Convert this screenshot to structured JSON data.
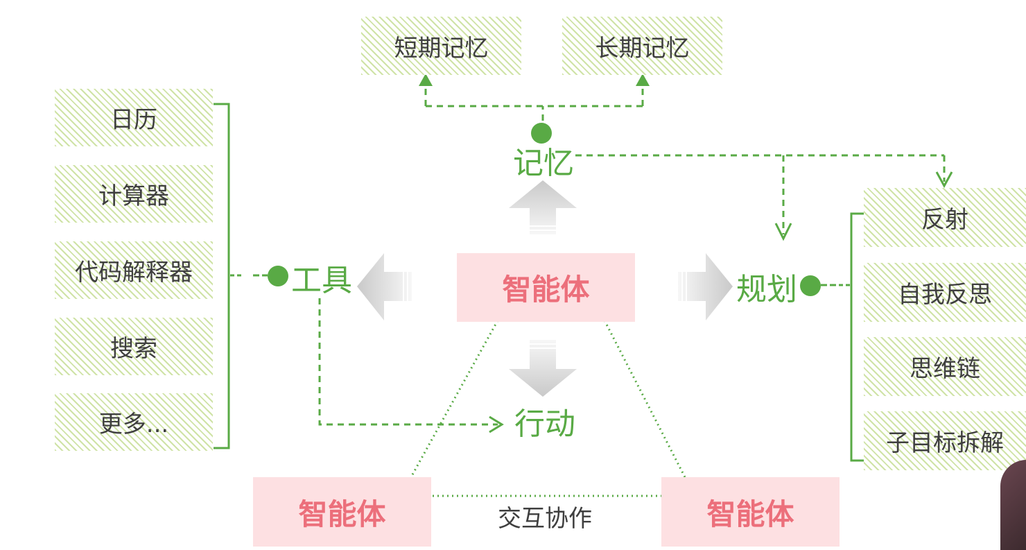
{
  "center_agent": "智能体",
  "bottom_left_agent": "智能体",
  "bottom_right_agent": "智能体",
  "interaction_label": "交互协作",
  "memory": {
    "label": "记忆",
    "short_term": "短期记忆",
    "long_term": "长期记忆"
  },
  "tools": {
    "label": "工具",
    "items": [
      "日历",
      "计算器",
      "代码解释器",
      "搜索",
      "更多..."
    ]
  },
  "planning": {
    "label": "规划",
    "items": [
      "反射",
      "自我反思",
      "思维链",
      "子目标拆解"
    ]
  },
  "action": {
    "label": "行动"
  },
  "colors": {
    "green": "#59aa45",
    "hatch_green": "#cfe3a6",
    "agent_fill": "#fde0e2",
    "agent_text": "#ec6f7b",
    "arrow_gray": "#d9d9d9"
  }
}
